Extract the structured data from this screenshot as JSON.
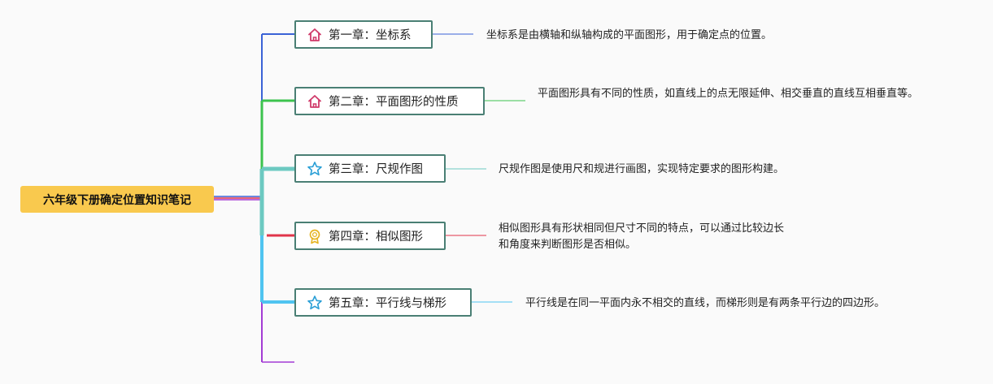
{
  "root": {
    "label": "六年级下册确定位置知识笔记",
    "color": "#f9c94e"
  },
  "chapters": [
    {
      "label": "第一章：坐标系",
      "icon": "home-icon",
      "color": "#3a62d6",
      "note": "坐标系是由横轴和纵轴构成的平面图形，用于确定点的位置。"
    },
    {
      "label": "第二章：平面图形的性质",
      "icon": "home-icon",
      "color": "#3cc34e",
      "note": "平面图形具有不同的性质，如直线上的点无限延伸、相交垂直的直线互相垂直等。"
    },
    {
      "label": "第三章：尺规作图",
      "icon": "star-icon",
      "color": "#6cc9c1",
      "note": "尺规作图是使用尺和规进行画图，实现特定要求的图形构建。"
    },
    {
      "label": "第四章：相似图形",
      "icon": "award-icon",
      "color": "#e0344a",
      "note": "相似图形具有形状相同但尺寸不同的特点，可以通过比较边长和角度来判断图形是否相似。"
    },
    {
      "label": "第五章：平行线与梯形",
      "icon": "star-icon",
      "color": "#4fc4f0",
      "note": "平行线是在同一平面内永不相交的直线，而梯形则是有两条平行边的四边形。"
    }
  ],
  "extra_branch_color": "#a33bd4",
  "node_border_color": "#4a7f74"
}
